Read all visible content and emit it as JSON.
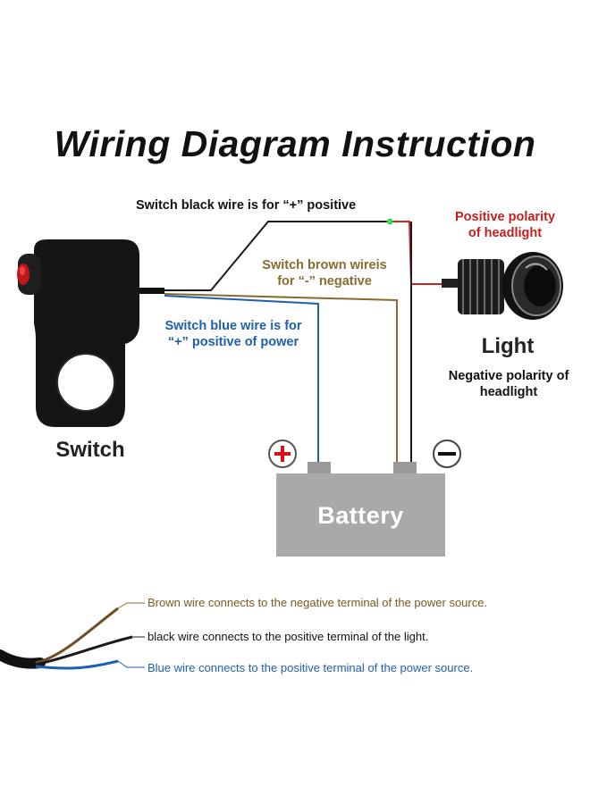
{
  "title": "Wiring Diagram Instruction",
  "labels": {
    "black_wire": "Switch black wire is for  “+”  positive",
    "brown_wire_line1": "Switch brown wireis",
    "brown_wire_line2": "for  “-”  negative",
    "blue_wire_line1": "Switch blue wire is for",
    "blue_wire_line2": "“+”  positive of power",
    "positive_polarity_line1": "Positive polarity",
    "positive_polarity_line2": "of headlight",
    "light": "Light",
    "negative_polarity_line1": "Negative polarity of",
    "negative_polarity_line2": "headlight",
    "switch": "Switch",
    "battery": "Battery",
    "plus_symbol": "+",
    "minus_symbol": "−"
  },
  "legend": {
    "brown": "Brown wire connects to the negative terminal of the power source.",
    "black": "black wire connects to the positive terminal of the light.",
    "blue": "Blue wire connects to the positive terminal of the power source."
  },
  "colors": {
    "brown_wire": "#8a6a2e",
    "black_wire": "#1a1a1a",
    "blue_wire": "#1f5fb0",
    "red_wire": "#cc2222",
    "brown_text": "#7a5a1e",
    "blue_text": "#1f5fb0",
    "red_text": "#c41e1e",
    "battery_fill": "#a9a9a9"
  },
  "icons": {
    "switch": "handlebar-switch-icon",
    "light": "headlight-icon",
    "plus": "plus-circle-icon",
    "minus": "minus-circle-icon"
  }
}
